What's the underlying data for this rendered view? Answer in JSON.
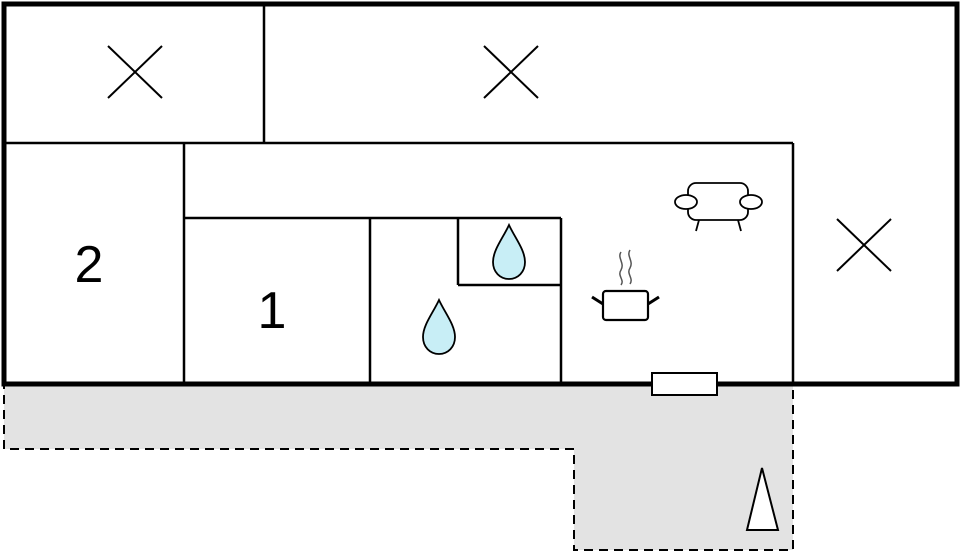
{
  "floorplan": {
    "rooms": [
      {
        "id": "bedroom-2",
        "label": "2"
      },
      {
        "id": "bedroom-1",
        "label": "1"
      }
    ],
    "icons": [
      "cross-mark-icon",
      "cross-mark-icon",
      "cross-mark-icon",
      "water-drop-icon",
      "water-drop-icon",
      "cooking-pot-icon",
      "sofa-icon",
      "window-icon",
      "compass-north-icon"
    ],
    "colors": {
      "wall": "#000000",
      "terrace_fill": "#e3e3e3",
      "terrace_border": "#000000",
      "water": "#c8eef6",
      "background": "#ffffff"
    }
  }
}
